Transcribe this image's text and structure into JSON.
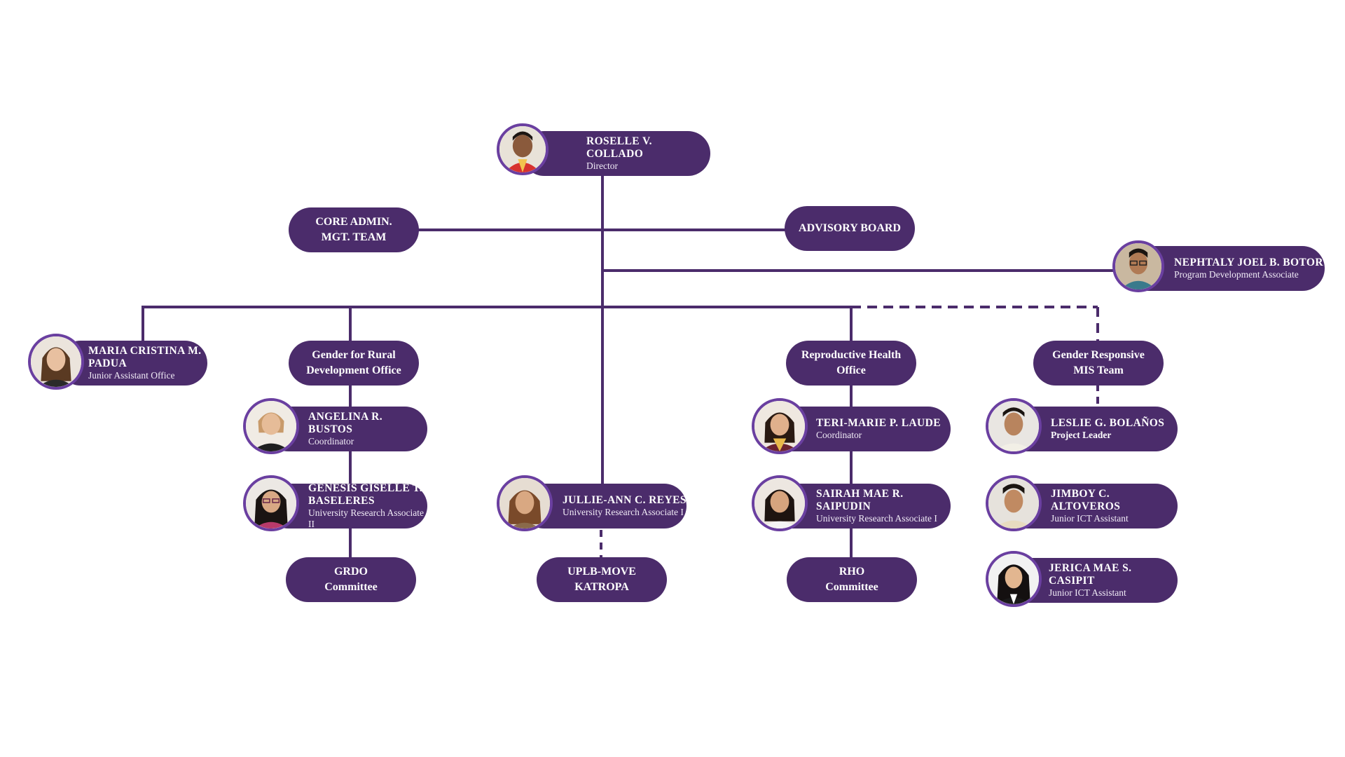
{
  "colors": {
    "pill": "#4b2c6b",
    "line": "#4b2c6b",
    "avatar_ring": "#6a3fa0"
  },
  "director": {
    "name": "ROSELLE V. COLLADO",
    "role": "Director"
  },
  "units": {
    "core_admin": "CORE ADMIN.\nMGT. TEAM",
    "advisory_board": "ADVISORY BOARD",
    "grdo": "Gender for Rural\nDevelopment Office",
    "rho": "Reproductive Health\nOffice",
    "grmis": "Gender Responsive\nMIS Team",
    "grdo_committee": "GRDO\nCommittee",
    "uplb_move": "UPLB-MOVE\nKATROPA",
    "rho_committee": "RHO\nCommittee"
  },
  "people": {
    "botor": {
      "name": "NEPHTALY JOEL B. BOTOR",
      "role": "Program Development Associate"
    },
    "padua": {
      "name": "MARIA CRISTINA M. PADUA",
      "role": "Junior Assistant Office"
    },
    "bustos": {
      "name": "ANGELINA R. BUSTOS",
      "role": "Coordinator"
    },
    "baseleres": {
      "name": "GENESIS GISELLE T. BASELERES",
      "role": "University Research Associate II"
    },
    "reyes": {
      "name": "JULLIE-ANN C. REYES",
      "role": "University Research Associate I"
    },
    "laude": {
      "name": "TERI-MARIE P. LAUDE",
      "role": "Coordinator"
    },
    "saipudin": {
      "name": "SAIRAH MAE R. SAIPUDIN",
      "role": "University Research Associate I"
    },
    "bolanos": {
      "name": "LESLIE G. BOLAÑOS",
      "role": "Project Leader"
    },
    "altoveros": {
      "name": "JIMBOY C. ALTOVEROS",
      "role": "Junior ICT Assistant"
    },
    "casipit": {
      "name": "JERICA MAE S. CASIPIT",
      "role": "Junior ICT Assistant"
    }
  }
}
